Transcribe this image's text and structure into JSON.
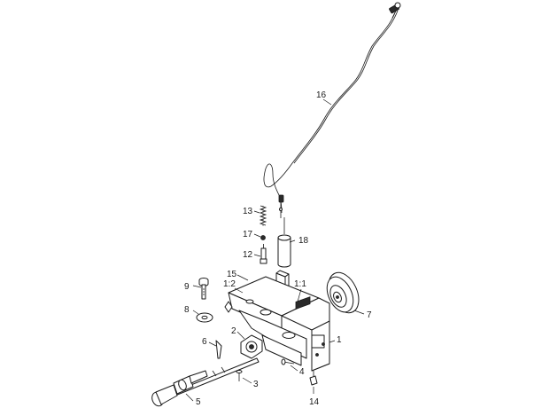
{
  "callouts": {
    "c1": "1",
    "c1_1": "1:1",
    "c1_2": "1:2",
    "c2": "2",
    "c3": "3",
    "c4": "4",
    "c5": "5",
    "c6": "6",
    "c7": "7",
    "c8": "8",
    "c9": "9",
    "c12": "12",
    "c13": "13",
    "c14": "14",
    "c15": "15",
    "c16": "16",
    "c17": "17",
    "c18": "18"
  }
}
